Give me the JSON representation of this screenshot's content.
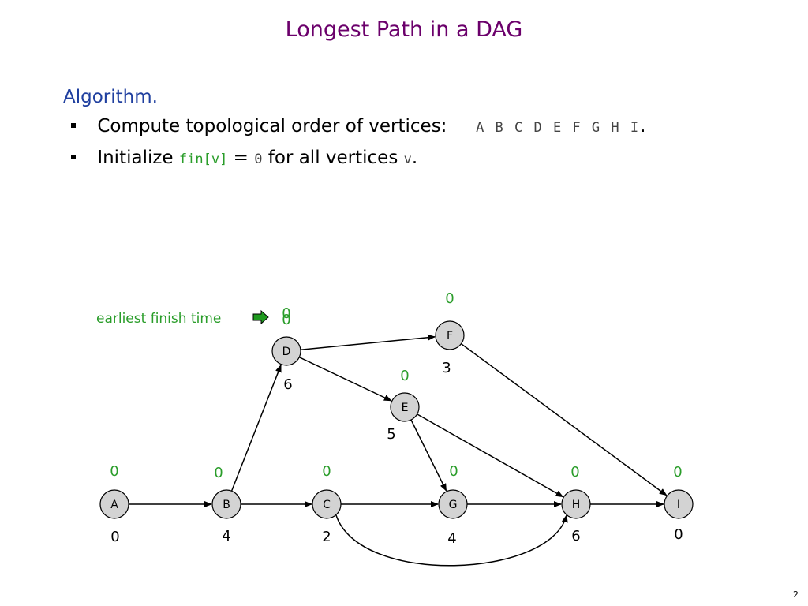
{
  "slide": {
    "title": "Longest Path in a DAG",
    "section_heading": "Algorithm.",
    "bullet1": {
      "text": "Compute topological order of vertices:",
      "order": "A B C D E F G H I",
      "end": "."
    },
    "bullet2": {
      "prefix": "Initialize",
      "code_fin": "fin[v]",
      "equals": "=",
      "code_zero": "0",
      "middle": "for all vertices",
      "code_v": "v",
      "end": "."
    },
    "page_number": "2"
  },
  "legend": {
    "label": "earliest finish time",
    "value": "0",
    "arrow_color": "#1f9a1f"
  },
  "colors": {
    "title": "#6b006b",
    "heading": "#1f3f9f",
    "finish_time": "#2a9d2a",
    "node_fill": "#d3d3d3"
  },
  "graph": {
    "nodes": [
      {
        "id": "A",
        "finish": "0",
        "weight": "0"
      },
      {
        "id": "B",
        "finish": "0",
        "weight": "4"
      },
      {
        "id": "C",
        "finish": "0",
        "weight": "2"
      },
      {
        "id": "D",
        "finish": "0",
        "weight": "6"
      },
      {
        "id": "E",
        "finish": "0",
        "weight": "5"
      },
      {
        "id": "F",
        "finish": "0",
        "weight": "3"
      },
      {
        "id": "G",
        "finish": "0",
        "weight": "4"
      },
      {
        "id": "H",
        "finish": "0",
        "weight": "6"
      },
      {
        "id": "I",
        "finish": "0",
        "weight": "0"
      }
    ],
    "edges": [
      [
        "A",
        "B"
      ],
      [
        "B",
        "C"
      ],
      [
        "B",
        "D"
      ],
      [
        "C",
        "G"
      ],
      [
        "C",
        "H"
      ],
      [
        "D",
        "F"
      ],
      [
        "D",
        "E"
      ],
      [
        "E",
        "G"
      ],
      [
        "E",
        "H"
      ],
      [
        "F",
        "I"
      ],
      [
        "G",
        "H"
      ],
      [
        "H",
        "I"
      ]
    ]
  }
}
